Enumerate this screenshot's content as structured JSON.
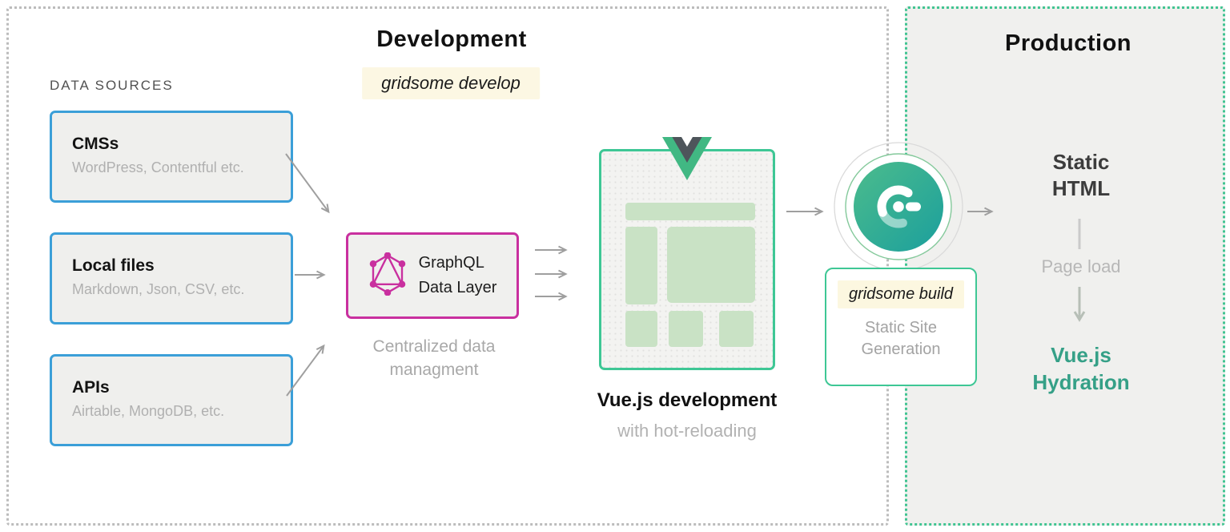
{
  "development": {
    "title": "Development",
    "badge": "gridsome develop",
    "data_sources_label": "DATA SOURCES",
    "sources": [
      {
        "title": "CMSs",
        "subtitle": "WordPress, Contentful etc."
      },
      {
        "title": "Local files",
        "subtitle": "Markdown, Json, CSV, etc."
      },
      {
        "title": "APIs",
        "subtitle": "Airtable,  MongoDB, etc."
      }
    ],
    "graphql": {
      "line1": "GraphQL",
      "line2": "Data Layer"
    },
    "graphql_caption": {
      "line1": "Centralized data",
      "line2": "managment"
    },
    "vue": {
      "title": "Vue.js development",
      "subtitle": "with hot-reloading"
    }
  },
  "build": {
    "badge": "gridsome build",
    "caption": {
      "line1": "Static Site",
      "line2": "Generation"
    }
  },
  "production": {
    "title": "Production",
    "static_html": {
      "line1": "Static",
      "line2": "HTML"
    },
    "page_load": "Page load",
    "hydration": {
      "line1": "Vue.js",
      "line2": "Hydration"
    }
  },
  "icons": {
    "graphql": "graphql-hexagon-icon",
    "vue": "vue-v-icon",
    "gridsome": "gridsome-g-icon"
  },
  "colors": {
    "source_border_blue": "#3b9fd8",
    "graphql_pink": "#c9309f",
    "gridsome_green": "#3ec795",
    "hydration_teal": "#35a087",
    "badge_yellow": "#fcf7e3",
    "muted_gray_text": "#b0b0b0",
    "production_bg": "#f0f0ee"
  }
}
